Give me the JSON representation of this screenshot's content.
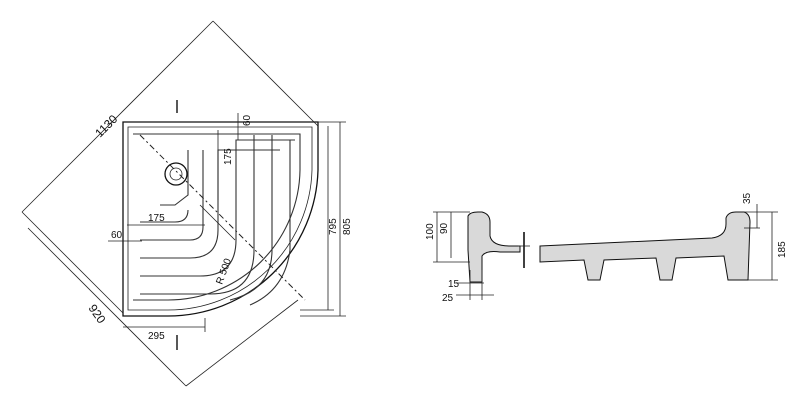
{
  "plan_view": {
    "dims": {
      "diag_1130": "1130",
      "side_920": "920",
      "h_795": "795",
      "h_805": "805",
      "w_295": "295",
      "w_175_h": "175",
      "w_175_v": "175",
      "w_60_top": "60",
      "w_60_left": "60",
      "radius": "R 500"
    }
  },
  "section_view": {
    "dims": {
      "h_100": "100",
      "h_90": "90",
      "w_15": "15",
      "w_25": "25",
      "h_35": "35",
      "h_185": "185"
    }
  }
}
